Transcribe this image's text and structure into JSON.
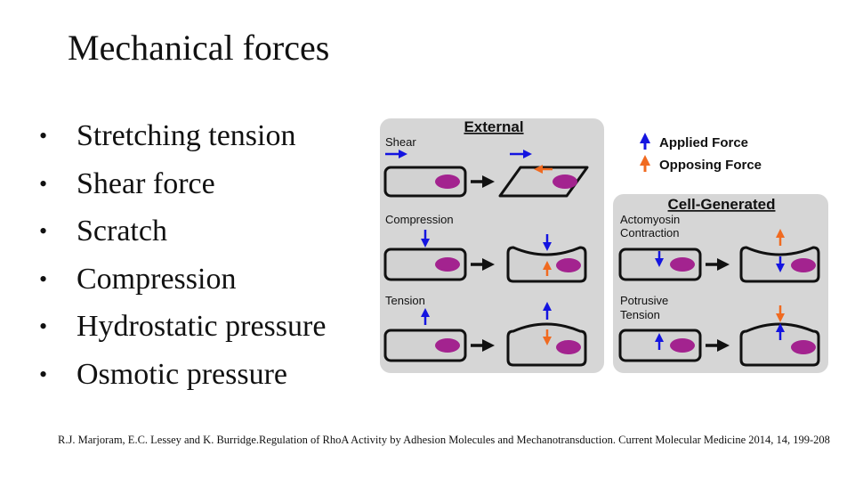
{
  "slide": {
    "title": "Mechanical forces",
    "bullets": [
      "Stretching tension",
      "Shear force",
      "Scratch",
      "Compression",
      "Hydrostatic pressure",
      "Osmotic pressure"
    ],
    "bullet_glyph": "•",
    "citation": "R.J. Marjoram, E.C. Lessey and K. Burridge.Regulation of RhoA Activity by Adhesion Molecules and Mechanotransduction. Current Molecular Medicine 2014, 14, 199-208"
  },
  "figure": {
    "external_title": "External",
    "cell_generated_title": "Cell-Generated",
    "legend": {
      "applied_label": "Applied Force",
      "opposing_label": "Opposing Force"
    },
    "panels": {
      "shear": "Shear",
      "compression": "Compression",
      "tension": "Tension",
      "actomyosin_1": "Actomyosin",
      "actomyosin_2": "Contraction",
      "potrusive_1": "Potrusive",
      "potrusive_2": "Tension"
    },
    "colors": {
      "panel_bg": "#d6d6d6",
      "cell_fill": "#d2d2d2",
      "cell_stroke": "#111111",
      "nucleus": "#a3238f",
      "applied": "#1414e0",
      "opposing": "#f06a20"
    }
  }
}
